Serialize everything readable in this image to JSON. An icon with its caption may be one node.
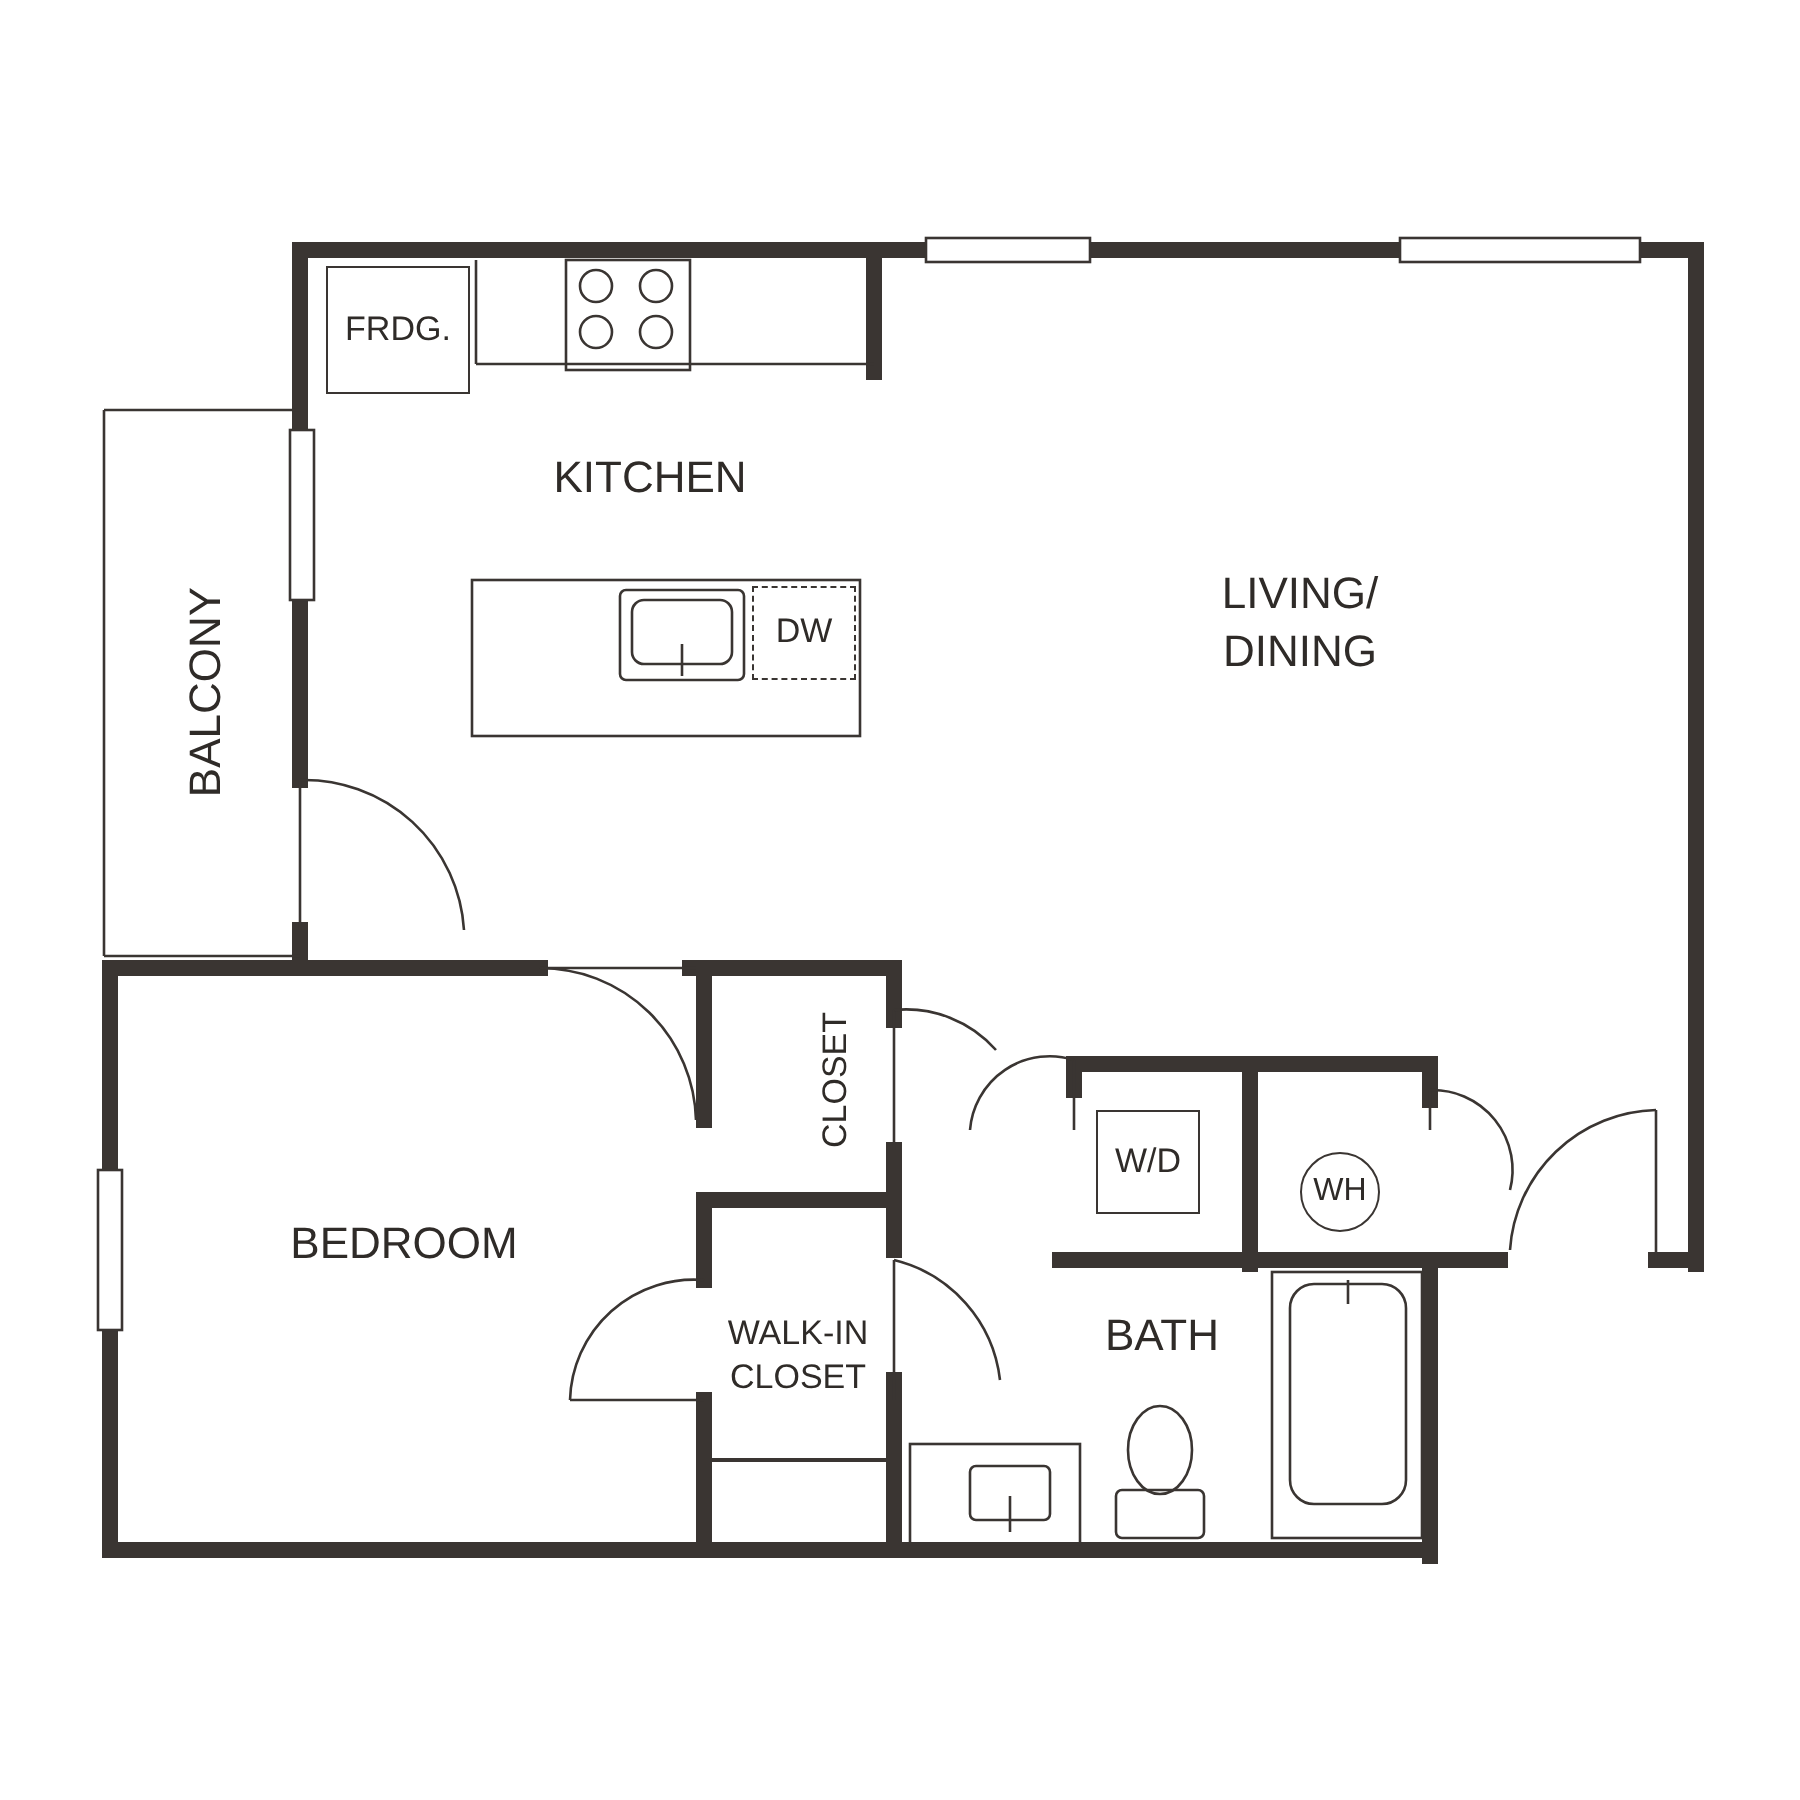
{
  "diagram": {
    "nodes": [
      {
        "text": [
          "KITCHEN"
        ]
      },
      {
        "text": [
          "FRDG."
        ]
      },
      {
        "text": [
          "DW"
        ]
      },
      {
        "text": [
          "LIVING/ DINING"
        ]
      },
      {
        "text": [
          "BALCONY"
        ]
      },
      {
        "text": [
          "BEDROOM"
        ]
      },
      {
        "text": [
          "CLOSET"
        ]
      },
      {
        "text": [
          "W/D"
        ]
      },
      {
        "text": [
          "WH"
        ]
      },
      {
        "text": [
          "WALK-IN CLOSET"
        ]
      },
      {
        "text": [
          "BATH"
        ]
      }
    ]
  }
}
